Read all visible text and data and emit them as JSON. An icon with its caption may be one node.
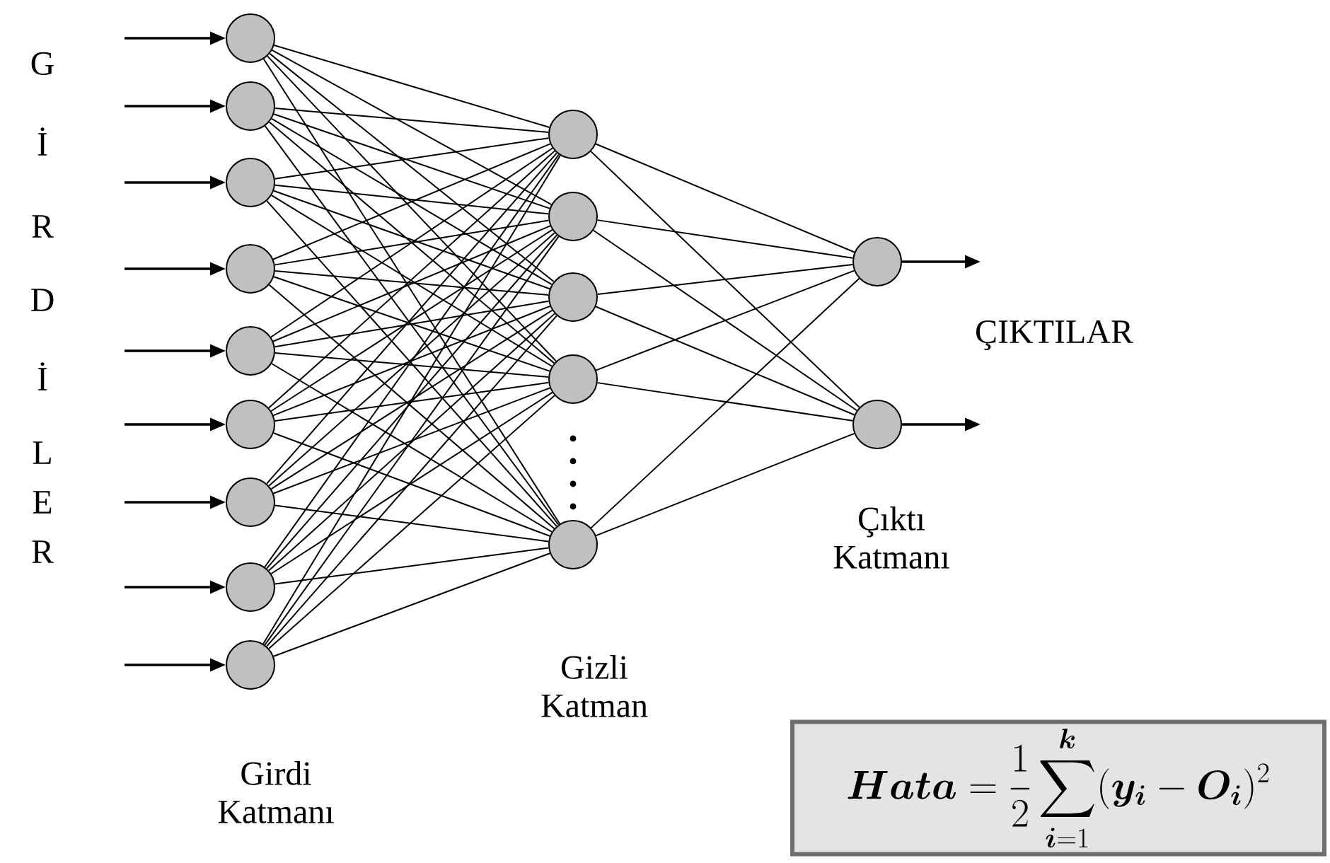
{
  "diagram": {
    "nodes": [
      {
        "text": [],
        "shape": "circle"
      },
      {
        "text": [],
        "shape": "circle"
      },
      {
        "text": [],
        "shape": "circle"
      },
      {
        "text": [],
        "shape": "circle"
      },
      {
        "text": [],
        "shape": "circle"
      },
      {
        "text": [],
        "shape": "circle"
      },
      {
        "text": [],
        "shape": "circle"
      },
      {
        "text": [],
        "shape": "circle"
      },
      {
        "text": [],
        "shape": "circle"
      },
      {
        "text": [],
        "shape": "circle"
      },
      {
        "text": [],
        "shape": "circle"
      },
      {
        "text": [],
        "shape": "circle"
      },
      {
        "text": [],
        "shape": "circle"
      },
      {
        "text": [],
        "shape": "circle"
      },
      {
        "text": [],
        "shape": "circle"
      },
      {
        "text": [],
        "shape": "circle"
      },
      {
        "text": [
          "\\bm{Hata} = \\frac{1}{2}\\sum_{\\bm{i}=1}^{\\bm{k}}(\\bm{y_i} - \\bm{O_i})^2"
        ]
      }
    ],
    "edges": [
      {
        "from": null,
        "to": 0,
        "arrow": "to"
      },
      {
        "from": null,
        "to": 1,
        "arrow": "to"
      },
      {
        "from": null,
        "to": 2,
        "arrow": "to"
      },
      {
        "from": null,
        "to": 3,
        "arrow": "to"
      },
      {
        "from": null,
        "to": 4,
        "arrow": "to"
      },
      {
        "from": null,
        "to": 5,
        "arrow": "to"
      },
      {
        "from": null,
        "to": 6,
        "arrow": "to"
      },
      {
        "from": null,
        "to": 7,
        "arrow": "to"
      },
      {
        "from": null,
        "to": 8,
        "arrow": "to"
      },
      {
        "from": 0,
        "to": 9,
        "arrow": "none"
      },
      {
        "from": 0,
        "to": 10,
        "arrow": "none"
      },
      {
        "from": 0,
        "to": 11,
        "arrow": "none"
      },
      {
        "from": 0,
        "to": 12,
        "arrow": "none"
      },
      {
        "from": 0,
        "to": 13,
        "arrow": "none"
      },
      {
        "from": 1,
        "to": 9,
        "arrow": "none"
      },
      {
        "from": 1,
        "to": 10,
        "arrow": "none"
      },
      {
        "from": 1,
        "to": 11,
        "arrow": "none"
      },
      {
        "from": 1,
        "to": 12,
        "arrow": "none"
      },
      {
        "from": 1,
        "to": 13,
        "arrow": "none"
      },
      {
        "from": 2,
        "to": 9,
        "arrow": "none"
      },
      {
        "from": 2,
        "to": 10,
        "arrow": "none"
      },
      {
        "from": 2,
        "to": 11,
        "arrow": "none"
      },
      {
        "from": 2,
        "to": 12,
        "arrow": "none"
      },
      {
        "from": 2,
        "to": 13,
        "arrow": "none"
      },
      {
        "from": 3,
        "to": 9,
        "arrow": "none"
      },
      {
        "from": 3,
        "to": 10,
        "arrow": "none"
      },
      {
        "from": 3,
        "to": 11,
        "arrow": "none"
      },
      {
        "from": 3,
        "to": 12,
        "arrow": "none"
      },
      {
        "from": 3,
        "to": 13,
        "arrow": "none"
      },
      {
        "from": 4,
        "to": 9,
        "arrow": "none"
      },
      {
        "from": 4,
        "to": 10,
        "arrow": "none"
      },
      {
        "from": 4,
        "to": 11,
        "arrow": "none"
      },
      {
        "from": 4,
        "to": 12,
        "arrow": "none"
      },
      {
        "from": 4,
        "to": 13,
        "arrow": "none"
      },
      {
        "from": 5,
        "to": 9,
        "arrow": "none"
      },
      {
        "from": 5,
        "to": 10,
        "arrow": "none"
      },
      {
        "from": 5,
        "to": 11,
        "arrow": "none"
      },
      {
        "from": 5,
        "to": 12,
        "arrow": "none"
      },
      {
        "from": 5,
        "to": 13,
        "arrow": "none"
      },
      {
        "from": 6,
        "to": 9,
        "arrow": "none"
      },
      {
        "from": 6,
        "to": 10,
        "arrow": "none"
      },
      {
        "from": 6,
        "to": 11,
        "arrow": "none"
      },
      {
        "from": 6,
        "to": 12,
        "arrow": "none"
      },
      {
        "from": 6,
        "to": 13,
        "arrow": "none"
      },
      {
        "from": 7,
        "to": 9,
        "arrow": "none"
      },
      {
        "from": 7,
        "to": 10,
        "arrow": "none"
      },
      {
        "from": 7,
        "to": 11,
        "arrow": "none"
      },
      {
        "from": 7,
        "to": 12,
        "arrow": "none"
      },
      {
        "from": 7,
        "to": 13,
        "arrow": "none"
      },
      {
        "from": 8,
        "to": 9,
        "arrow": "none"
      },
      {
        "from": 8,
        "to": 10,
        "arrow": "none"
      },
      {
        "from": 8,
        "to": 11,
        "arrow": "none"
      },
      {
        "from": 8,
        "to": 12,
        "arrow": "none"
      },
      {
        "from": 8,
        "to": 13,
        "arrow": "none"
      },
      {
        "from": 9,
        "to": 14,
        "arrow": "none"
      },
      {
        "from": 9,
        "to": 15,
        "arrow": "none"
      },
      {
        "from": 10,
        "to": 14,
        "arrow": "none"
      },
      {
        "from": 10,
        "to": 15,
        "arrow": "none"
      },
      {
        "from": 11,
        "to": 14,
        "arrow": "none"
      },
      {
        "from": 11,
        "to": 15,
        "arrow": "none"
      },
      {
        "from": 12,
        "to": 14,
        "arrow": "none"
      },
      {
        "from": 12,
        "to": 15,
        "arrow": "none"
      },
      {
        "from": 13,
        "to": 14,
        "arrow": "none"
      },
      {
        "from": 13,
        "to": 15,
        "arrow": "none"
      },
      {
        "from": 14,
        "to": null,
        "arrow": "to"
      },
      {
        "from": 15,
        "to": null,
        "arrow": "to"
      }
    ],
    "labels": [
      "G",
      "İ",
      "R",
      "D",
      "İ",
      "L",
      "E",
      "R",
      "ÇIKTILAR",
      "Çıktı Katmanı",
      "Gizli Katman",
      "Girdi Katmanı"
    ]
  }
}
